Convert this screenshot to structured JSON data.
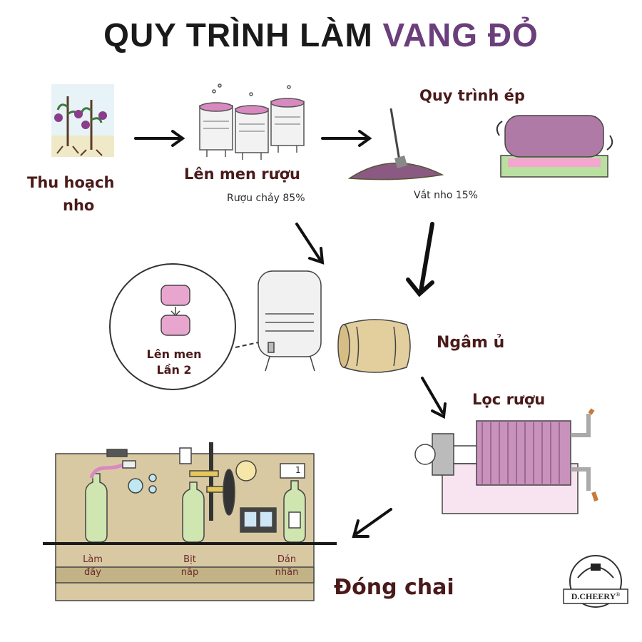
{
  "title": {
    "main": "QUY TRÌNH LÀM",
    "accent": "VANG ĐỎ"
  },
  "steps": {
    "harvest": "Thu hoạch\nnho",
    "harvest_line1": "Thu hoạch",
    "harvest_line2": "nho",
    "ferment": "Lên men rượu",
    "free_run": "Rượu chảy 85%",
    "press": "Quy trình ép",
    "pressed": "Vắt nho 15%",
    "second_ferment_line1": "Lên men",
    "second_ferment_line2": "Lần 2",
    "aging": "Ngâm ủ",
    "filter": "Lọc rượu",
    "bottling": "Đóng chai"
  },
  "bottling_line": {
    "fill_line1": "Làm",
    "fill_line2": "đầy",
    "cap_line1": "Bịt",
    "cap_line2": "nắp",
    "label_line1": "Dán",
    "label_line2": "nhãn",
    "counter": "1"
  },
  "brand": {
    "name": "D.CHEERY",
    "mark": "®"
  },
  "colors": {
    "accent": "#6b3e7c",
    "wine": "#c87fb0",
    "ink": "#4a1a1a",
    "panel": "#d9c9a3",
    "green": "#d7e8b8"
  }
}
